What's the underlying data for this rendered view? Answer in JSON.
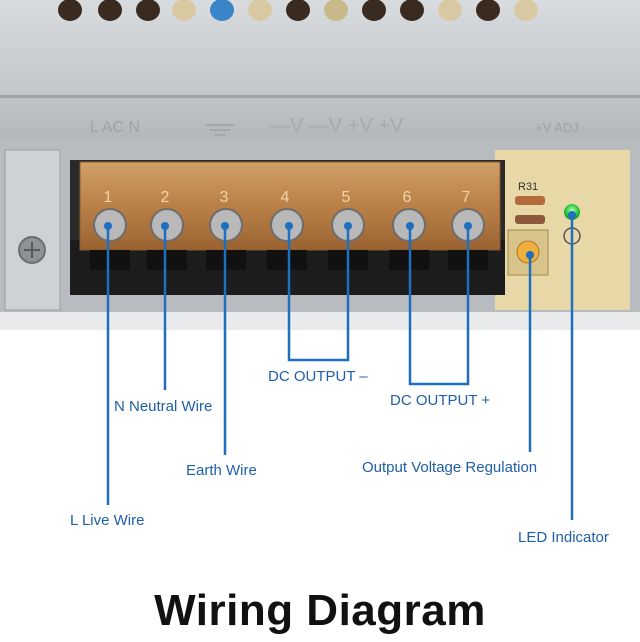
{
  "title": "Wiring Diagram",
  "terminal_numbers": [
    "1",
    "2",
    "3",
    "4",
    "5",
    "6",
    "7"
  ],
  "panel_markings": {
    "terminal_cover": "L  AC  N",
    "dc_markings": "—V  —V  +V  +V",
    "adjust": "+V ADJ",
    "resistor": "R31"
  },
  "callouts": {
    "live": "L Live Wire",
    "neutral": "N Neutral Wire",
    "earth": "Earth Wire",
    "dc_negative": "DC OUTPUT –",
    "dc_positive": "DC OUTPUT +",
    "voltage_regulation": "Output Voltage Regulation",
    "led": "LED Indicator"
  },
  "colors": {
    "leader_line": "#1f6fc0",
    "label_text": "#1f5fa8",
    "led": "#2ecc40",
    "terminal_cover": "#c98a4a",
    "housing": "#c4c7cb"
  }
}
